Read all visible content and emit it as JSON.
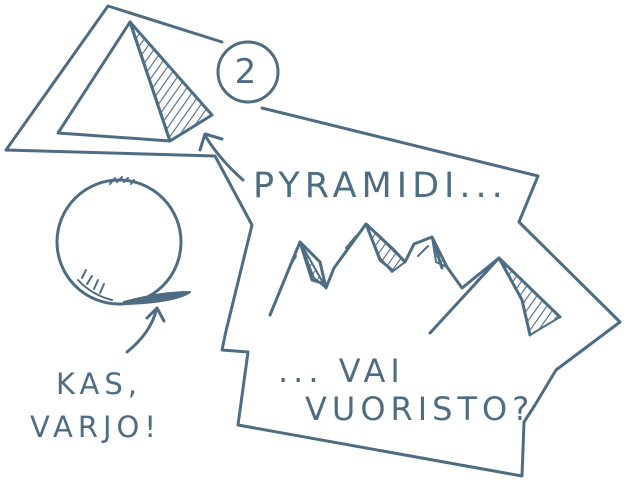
{
  "colors": {
    "ink": "#4f6d82",
    "background": "#ffffff"
  },
  "badge": {
    "number": "2"
  },
  "labels": {
    "pyramid": "PYRAMIDI...",
    "or": "... VAI",
    "mountains": "VUORISTO?",
    "shadow_line1": "KAS,",
    "shadow_line2": "VARJO!"
  },
  "icons": {
    "pyramid": "pyramid-icon",
    "mountains": "mountains-icon",
    "sphere": "sphere-icon",
    "arrow_to_pyramid": "arrow-icon",
    "arrow_to_shadow": "arrow-icon"
  }
}
